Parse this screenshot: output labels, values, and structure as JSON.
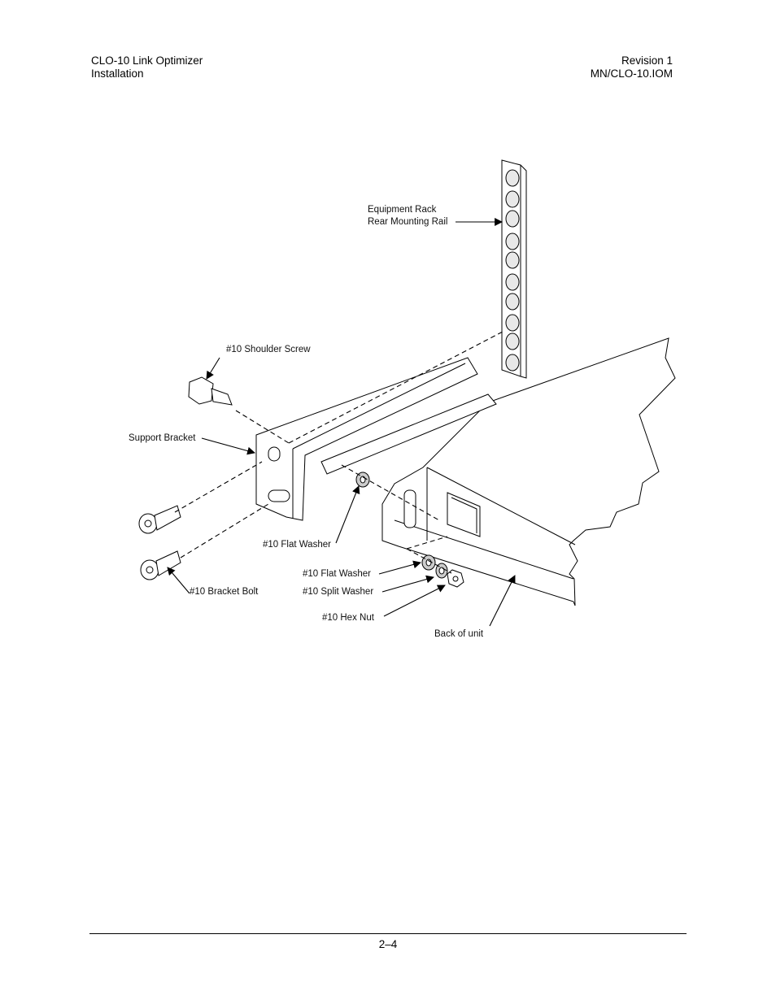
{
  "header": {
    "left_line1": "CLO-10 Link Optimizer",
    "left_line2": "Installation",
    "right_line1": "Revision 1",
    "right_line2": "MN/CLO-10.IOM"
  },
  "figure": {
    "labels": {
      "rack_rail_line1": "Equipment Rack",
      "rack_rail_line2": "Rear Mounting Rail",
      "shoulder_screw": "#10 Shoulder Screw",
      "support_bracket": "Support Bracket",
      "flat_washer_top": "#10 Flat Washer",
      "flat_washer_bottom": "#10 Flat Washer",
      "split_washer": "#10 Split Washer",
      "hex_nut": "#10 Hex Nut",
      "bracket_bolt": "#10 Bracket Bolt",
      "back_of_unit": "Back of unit"
    }
  },
  "footer": {
    "page_number": "2–4"
  }
}
